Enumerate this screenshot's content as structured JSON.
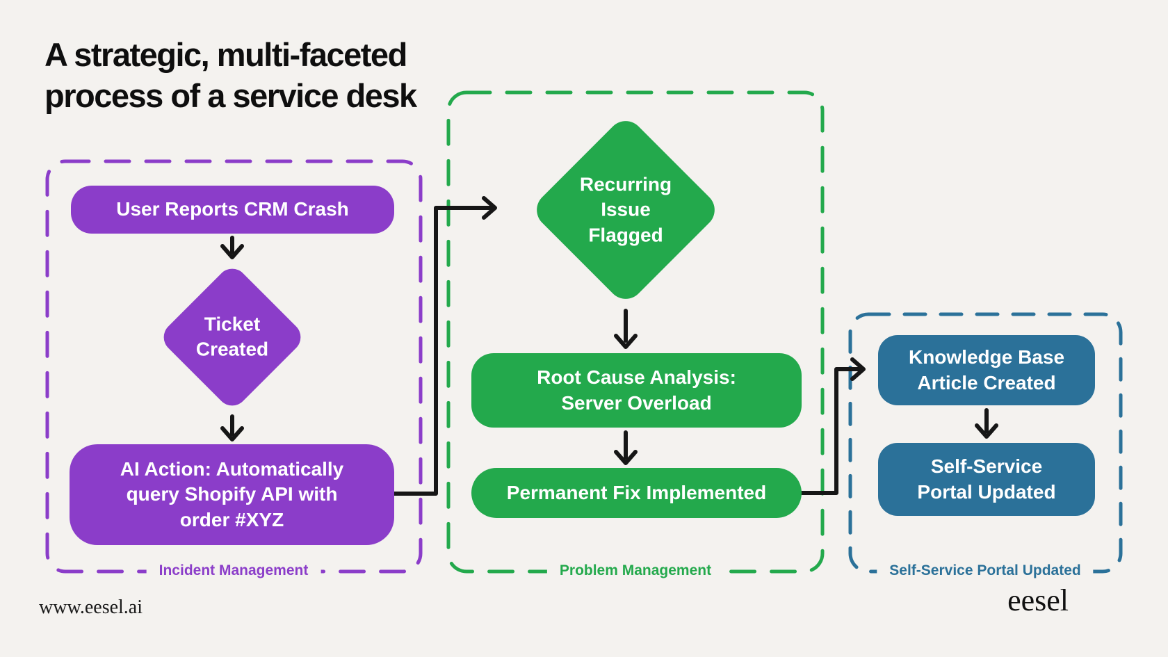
{
  "page": {
    "title": "A strategic, multi-faceted process of a service desk",
    "background_color": "#F4F2EF",
    "title_color": "#0E0E0E",
    "arrow_color": "#161616"
  },
  "groups": [
    {
      "label": "Incident Management",
      "color": "#8B3DC9",
      "nodes": [
        {
          "type": "process",
          "text": "User Reports CRM Crash"
        },
        {
          "type": "decision",
          "text": "Ticket Created"
        },
        {
          "type": "process",
          "text": "AI Action: Automatically query Shopify API with order #XYZ"
        }
      ]
    },
    {
      "label": "Problem Management",
      "color": "#23A94C",
      "nodes": [
        {
          "type": "decision",
          "text": "Recurring Issue Flagged"
        },
        {
          "type": "process",
          "text": "Root Cause Analysis: Server Overload"
        },
        {
          "type": "process",
          "text": "Permanent Fix Implemented"
        }
      ]
    },
    {
      "label": "Self-Service Portal Updated",
      "color": "#2B7199",
      "nodes": [
        {
          "type": "process",
          "text": "Knowledge Base Article Created"
        },
        {
          "type": "process",
          "text": "Self-Service Portal Updated"
        }
      ]
    }
  ],
  "footer": {
    "website": "www.eesel.ai",
    "brand": "eesel"
  }
}
